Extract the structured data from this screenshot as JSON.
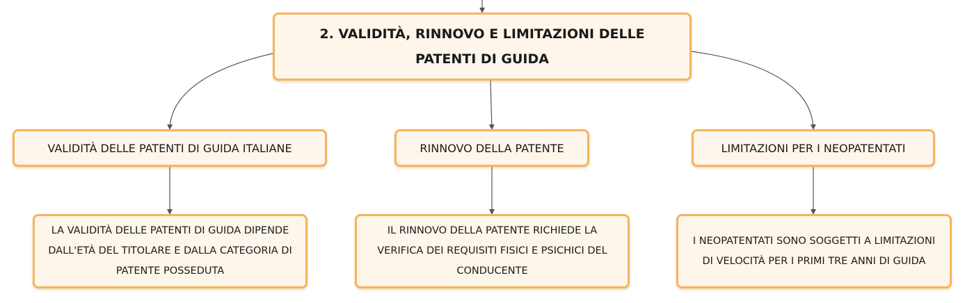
{
  "diagram": {
    "root": {
      "label": "2. VALIDITÀ, RINNOVO E LIMITAZIONI DELLE PATENTI DI GUIDA"
    },
    "branches": [
      {
        "label": "VALIDITÀ DELLE PATENTI DI GUIDA ITALIANE",
        "detail": "LA VALIDITÀ DELLE PATENTI DI GUIDA DIPENDE DALL'ETÀ DEL TITOLARE E DALLA CATEGORIA DI PATENTE POSSEDUTA"
      },
      {
        "label": "RINNOVO DELLA PATENTE",
        "detail": "IL RINNOVO DELLA PATENTE RICHIEDE LA VERIFICA DEI REQUISITI FISICI E PSICHICI DEL CONDUCENTE"
      },
      {
        "label": "LIMITAZIONI PER I NEOPATENTATI",
        "detail": "I NEOPATENTATI SONO SOGGETTI A LIMITAZIONI DI VELOCITÀ PER I PRIMI TRE ANNI DI GUIDA"
      }
    ]
  },
  "colors": {
    "node_fill": "#fef6ea",
    "node_border": "#f5b45f",
    "connector": "#555555"
  }
}
